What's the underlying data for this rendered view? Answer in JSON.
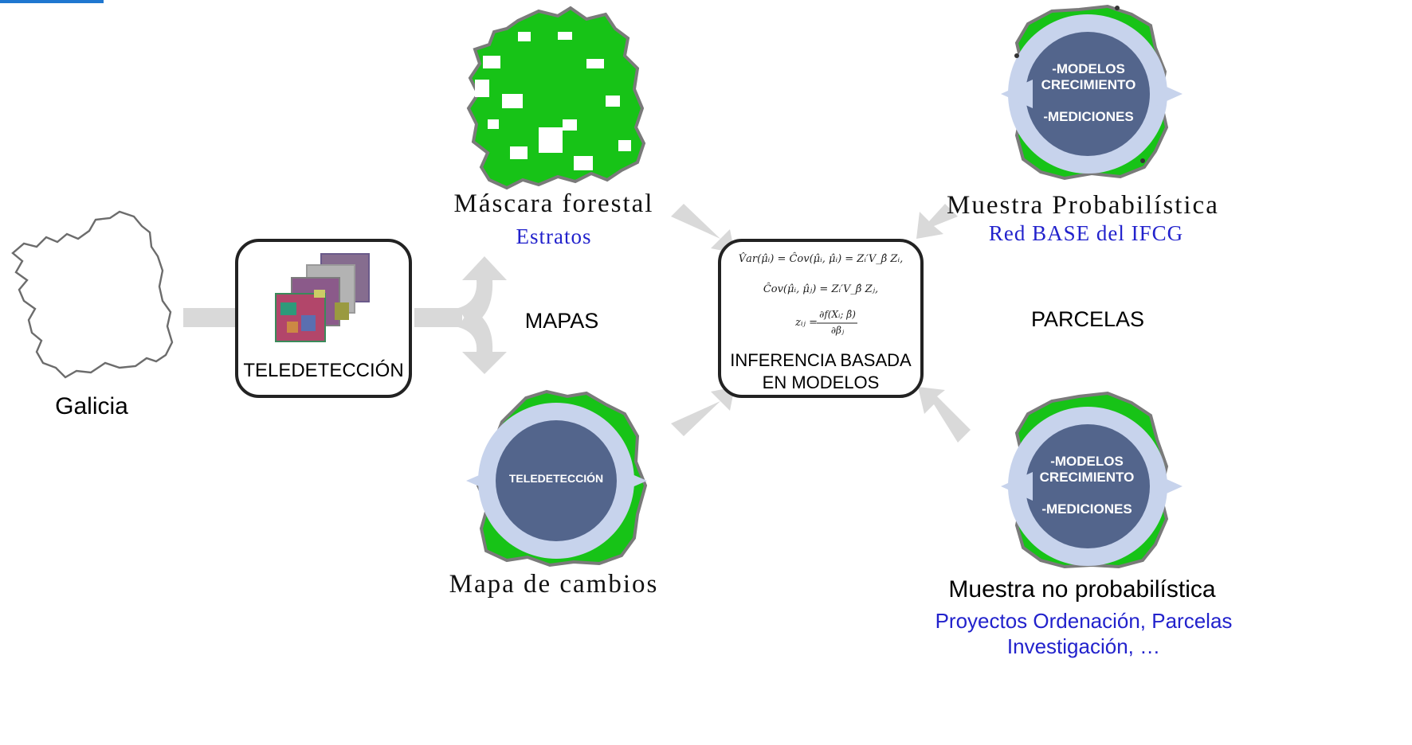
{
  "left": {
    "region_label": "Galicia"
  },
  "remote_sensing_box": {
    "label": "TELEDETECCIÓN"
  },
  "maps": {
    "section_label": "MAPAS",
    "forest_mask": {
      "title": "Máscara forestal",
      "subtitle": "Estratos"
    },
    "change_map": {
      "title": "Mapa de cambios",
      "cycle_label": "TELEDETECCIÓN"
    }
  },
  "center_box": {
    "formula_1": "V̂ar(μ̂ᵢ) = Ĉov(μ̂ᵢ, μ̂ᵢ) = Zᵢ′V_β̂ Zᵢ,",
    "formula_2": "Ĉov(μ̂ᵢ, μ̂ⱼ) = Zᵢ′V_β̂ Zⱼ,",
    "formula_3_lhs": "zᵢⱼ =",
    "formula_3_num": "∂f(Xᵢ; β̂)",
    "formula_3_den": "∂βⱼ",
    "label_line1": "INFERENCIA BASADA",
    "label_line2": "EN MODELOS"
  },
  "plots": {
    "section_label": "PARCELAS",
    "probabilistic": {
      "title": "Muestra Probabilística",
      "subtitle": "Red BASE del IFCG",
      "cycle_line1": "-MODELOS",
      "cycle_line2": "CRECIMIENTO",
      "cycle_line3": "-MEDICIONES"
    },
    "non_probabilistic": {
      "title": "Muestra no probabilística",
      "subtitle_line1": "Proyectos Ordenación, Parcelas",
      "subtitle_line2": "Investigación, …",
      "cycle_line1": "-MODELOS",
      "cycle_line2": "CRECIMIENTO",
      "cycle_line3": "-MEDICIONES"
    }
  },
  "colors": {
    "arrow_gray": "#d9d9d9",
    "forest_green": "#17c317",
    "outline_gray": "#7a7a7a",
    "cycle_ring": "#c7d3ec",
    "cycle_core": "#53658c",
    "subtitle_blue": "#2222cc"
  }
}
